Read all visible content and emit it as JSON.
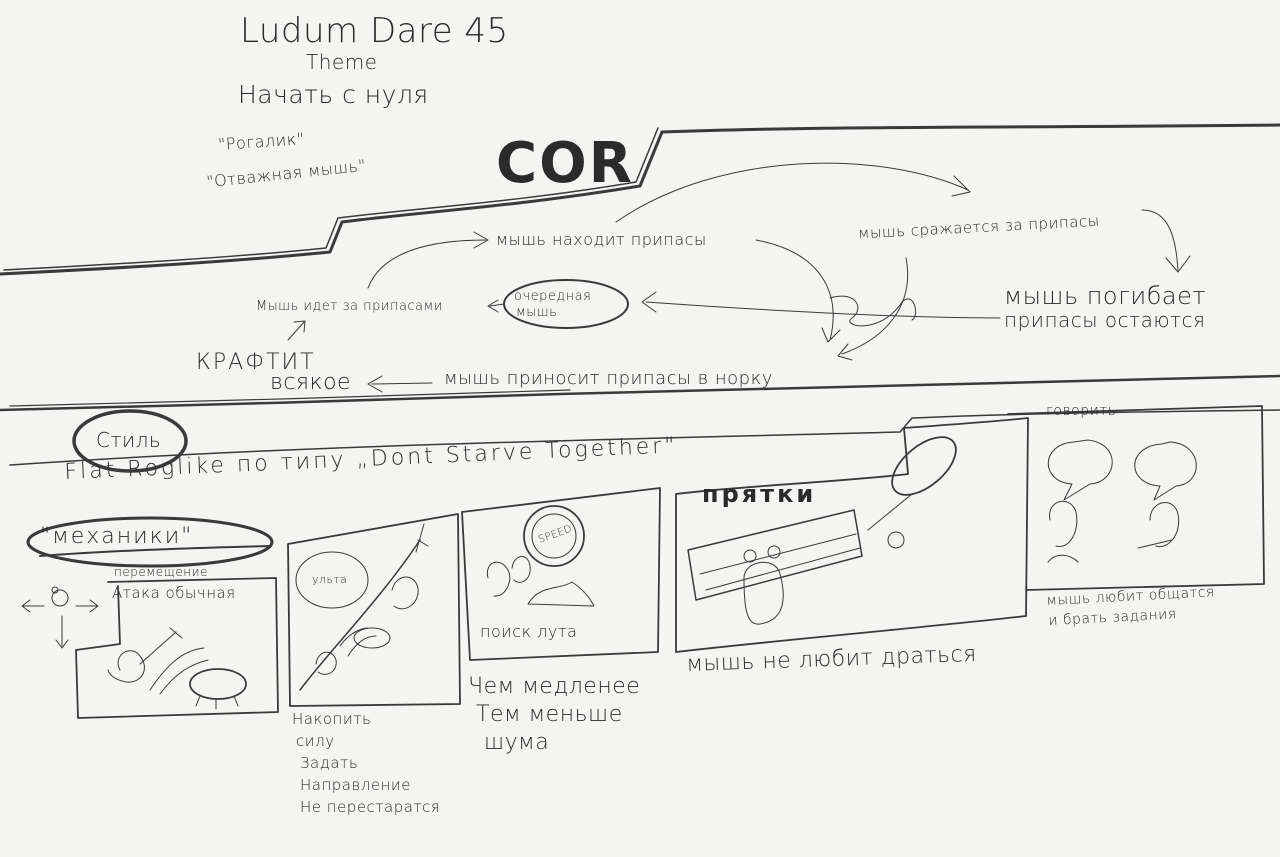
{
  "header": {
    "title": "Ludum Dare 45",
    "theme_label": "Theme",
    "theme_value": "Начать с нуля",
    "idea_1": "\"Рогалик\"",
    "idea_2": "\"Отважная мышь\""
  },
  "core": {
    "label": "COR",
    "finds": "мышь находит припасы",
    "fights": "мышь сражается за припасы",
    "goes": "Мышь идет за припасами",
    "next_mouse": [
      "очередная",
      "мышь"
    ],
    "dies": [
      "мышь погибает",
      "припасы остаются"
    ],
    "crafts": [
      "КРАФТИТ",
      "всякое"
    ],
    "brings": "мышь приносит припасы в норку"
  },
  "style": {
    "label": "Стиль",
    "description": "Flat Roglike  по типу „Dont Starve Together\""
  },
  "mechanics": {
    "label": "\"механики\"",
    "movement": "перемещение",
    "panels": [
      {
        "title": "Атака обычная"
      },
      {
        "title": "ульта",
        "notes": [
          "Накопить",
          "силу",
          "Задать",
          "Направление",
          "Не перестаратся"
        ]
      },
      {
        "title": "поиск лута",
        "badge": "SPEED",
        "notes": [
          "Чем медленее",
          "Тем меньше",
          "шума"
        ]
      },
      {
        "title": "прятки",
        "notes": [
          "мышь не любит драться"
        ]
      },
      {
        "title": "говорить",
        "notes": [
          "мышь любит общатся",
          "и брать задания"
        ]
      }
    ]
  }
}
